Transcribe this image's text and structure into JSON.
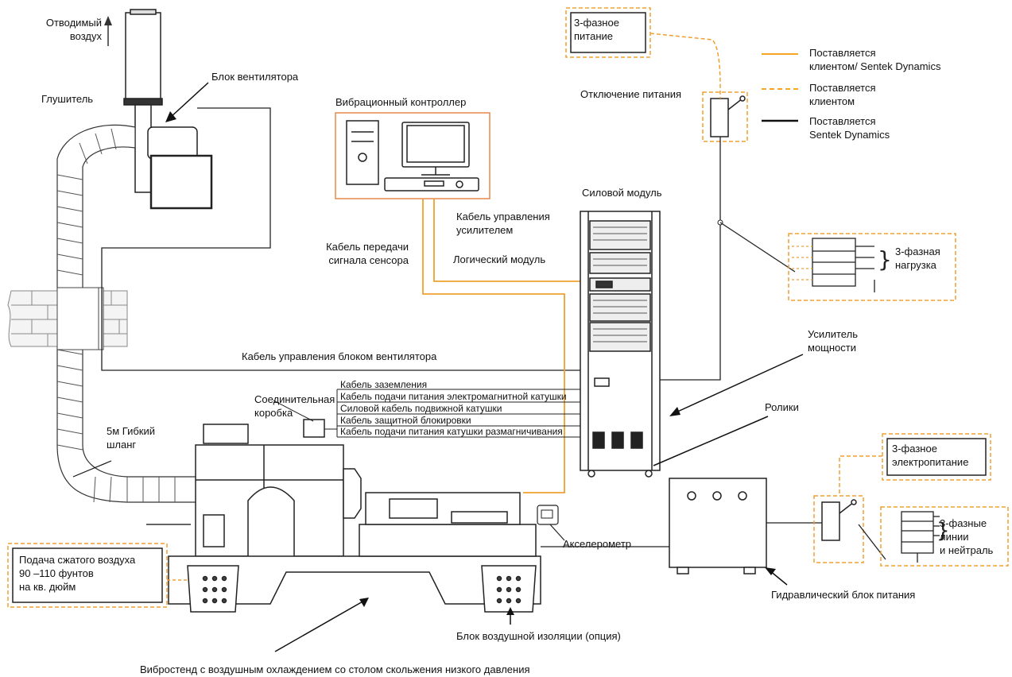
{
  "colors": {
    "client_line": "#f5a623",
    "shared_line": "#f0a030",
    "vendor_line": "#111111",
    "accent_orange": "#e8874a",
    "equipment_gray": "#555555"
  },
  "legend": [
    {
      "style": "solid-orange",
      "text": "Поставляется\nклиентом/ Sentek Dynamics"
    },
    {
      "style": "dashed-orange",
      "text": "Поставляется\nклиентом"
    },
    {
      "style": "solid-black",
      "text": "Поставляется\nSentek Dynamics"
    }
  ],
  "labels": {
    "exhaust_air": "Отводимый\nвоздух",
    "muffler": "Глушитель",
    "fan_unit": "Блок вентилятора",
    "vibration_controller": "Вибрационный контроллер",
    "power_disconnect": "Отключение питания",
    "three_phase_power_top": "3-фазное\nпитание",
    "power_module": "Силовой модуль",
    "amp_control_cable": "Кабель управления\nусилителем",
    "sensor_cable": "Кабель передачи\nсигнала сенсора",
    "logic_module": "Логический модуль",
    "three_phase_load": "3-фазная\nнагрузка",
    "power_amplifier": "Усилитель\nмощности",
    "fan_control_cable": "Кабель управления блоком вентилятора",
    "junction_box": "Соединительная\nкоробка",
    "casters": "Ролики",
    "flex_hose": "5м Гибкий\nшланг",
    "three_phase_supply": "3-фазное\nэлектропитание",
    "compressed_air": "Подача сжатого воздуха\n90 –110 фунтов\nна кв. дюйм",
    "accelerometer": "Акселерометр",
    "three_phase_lines": "3-фазные\nлинии\nи нейтраль",
    "hydraulic_unit": "Гидравлический блок питания",
    "air_isolation": "Блок воздушной изоляции (опция)",
    "shaker_caption": "Вибростенд с воздушным охлаждением со столом скольжения низкого давления"
  },
  "cables": [
    "Кабель заземления",
    "Кабель подачи питания электромагнитной катушки",
    "Силовой кабель подвижной катушки",
    "Кабель защитной блокировки",
    "Кабель подачи питания катушки размагничивания"
  ]
}
